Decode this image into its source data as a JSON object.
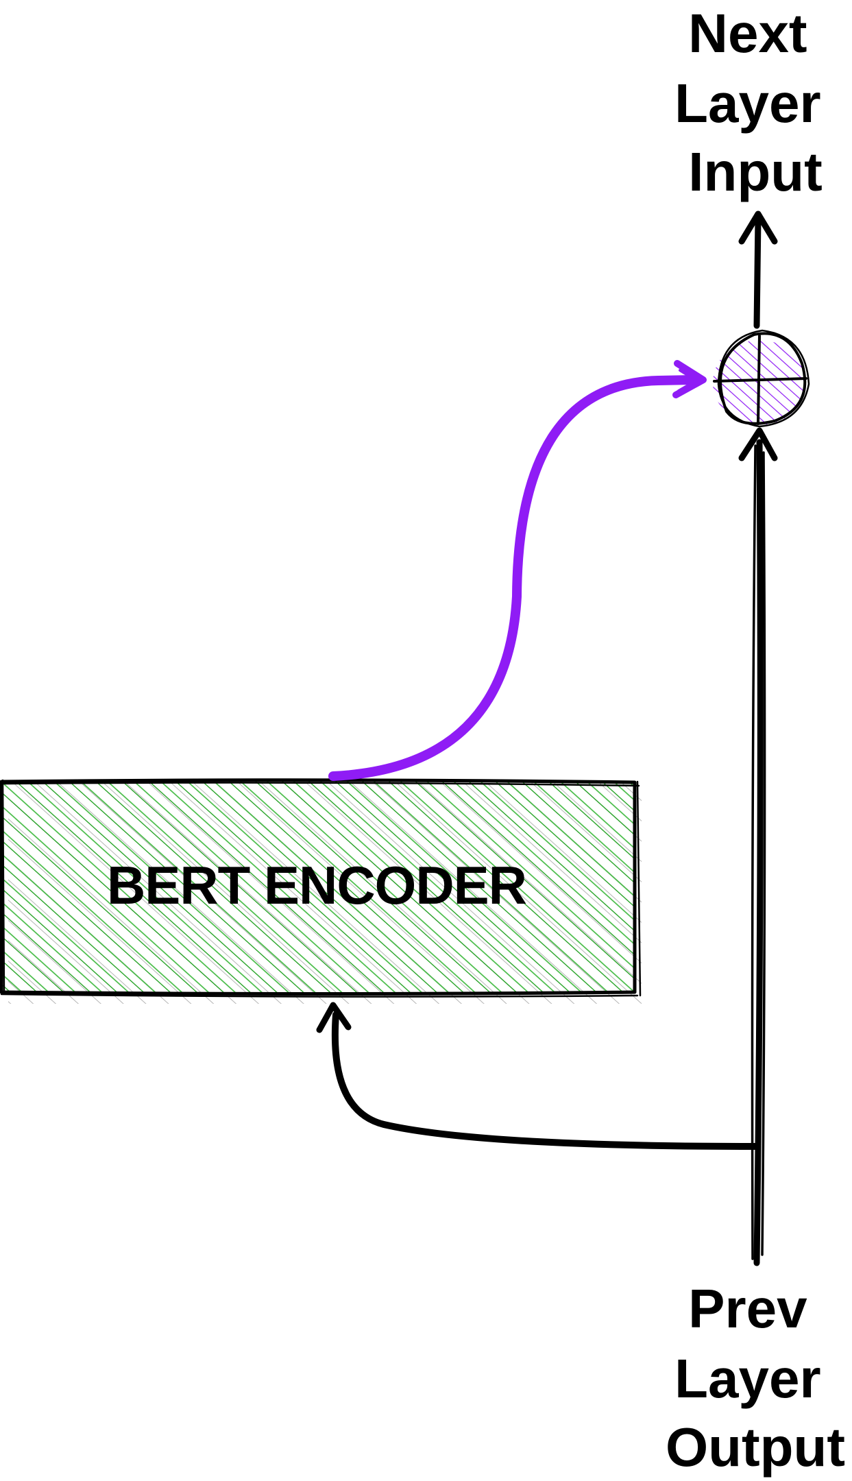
{
  "encoder": {
    "label": "BERT ENCODER",
    "hatch_color": "#1a9e1a",
    "border_color": "#000000"
  },
  "output_label": {
    "lines": [
      "Next",
      "Layer",
      "Input"
    ]
  },
  "input_label": {
    "lines": [
      "Prev",
      "Layer",
      "Output"
    ]
  },
  "adapter_arrow": {
    "color": "#8f1cf5"
  },
  "sum_node": {
    "symbol": "plus",
    "fill_color": "#8f1cf5"
  },
  "line_color": "#000000"
}
